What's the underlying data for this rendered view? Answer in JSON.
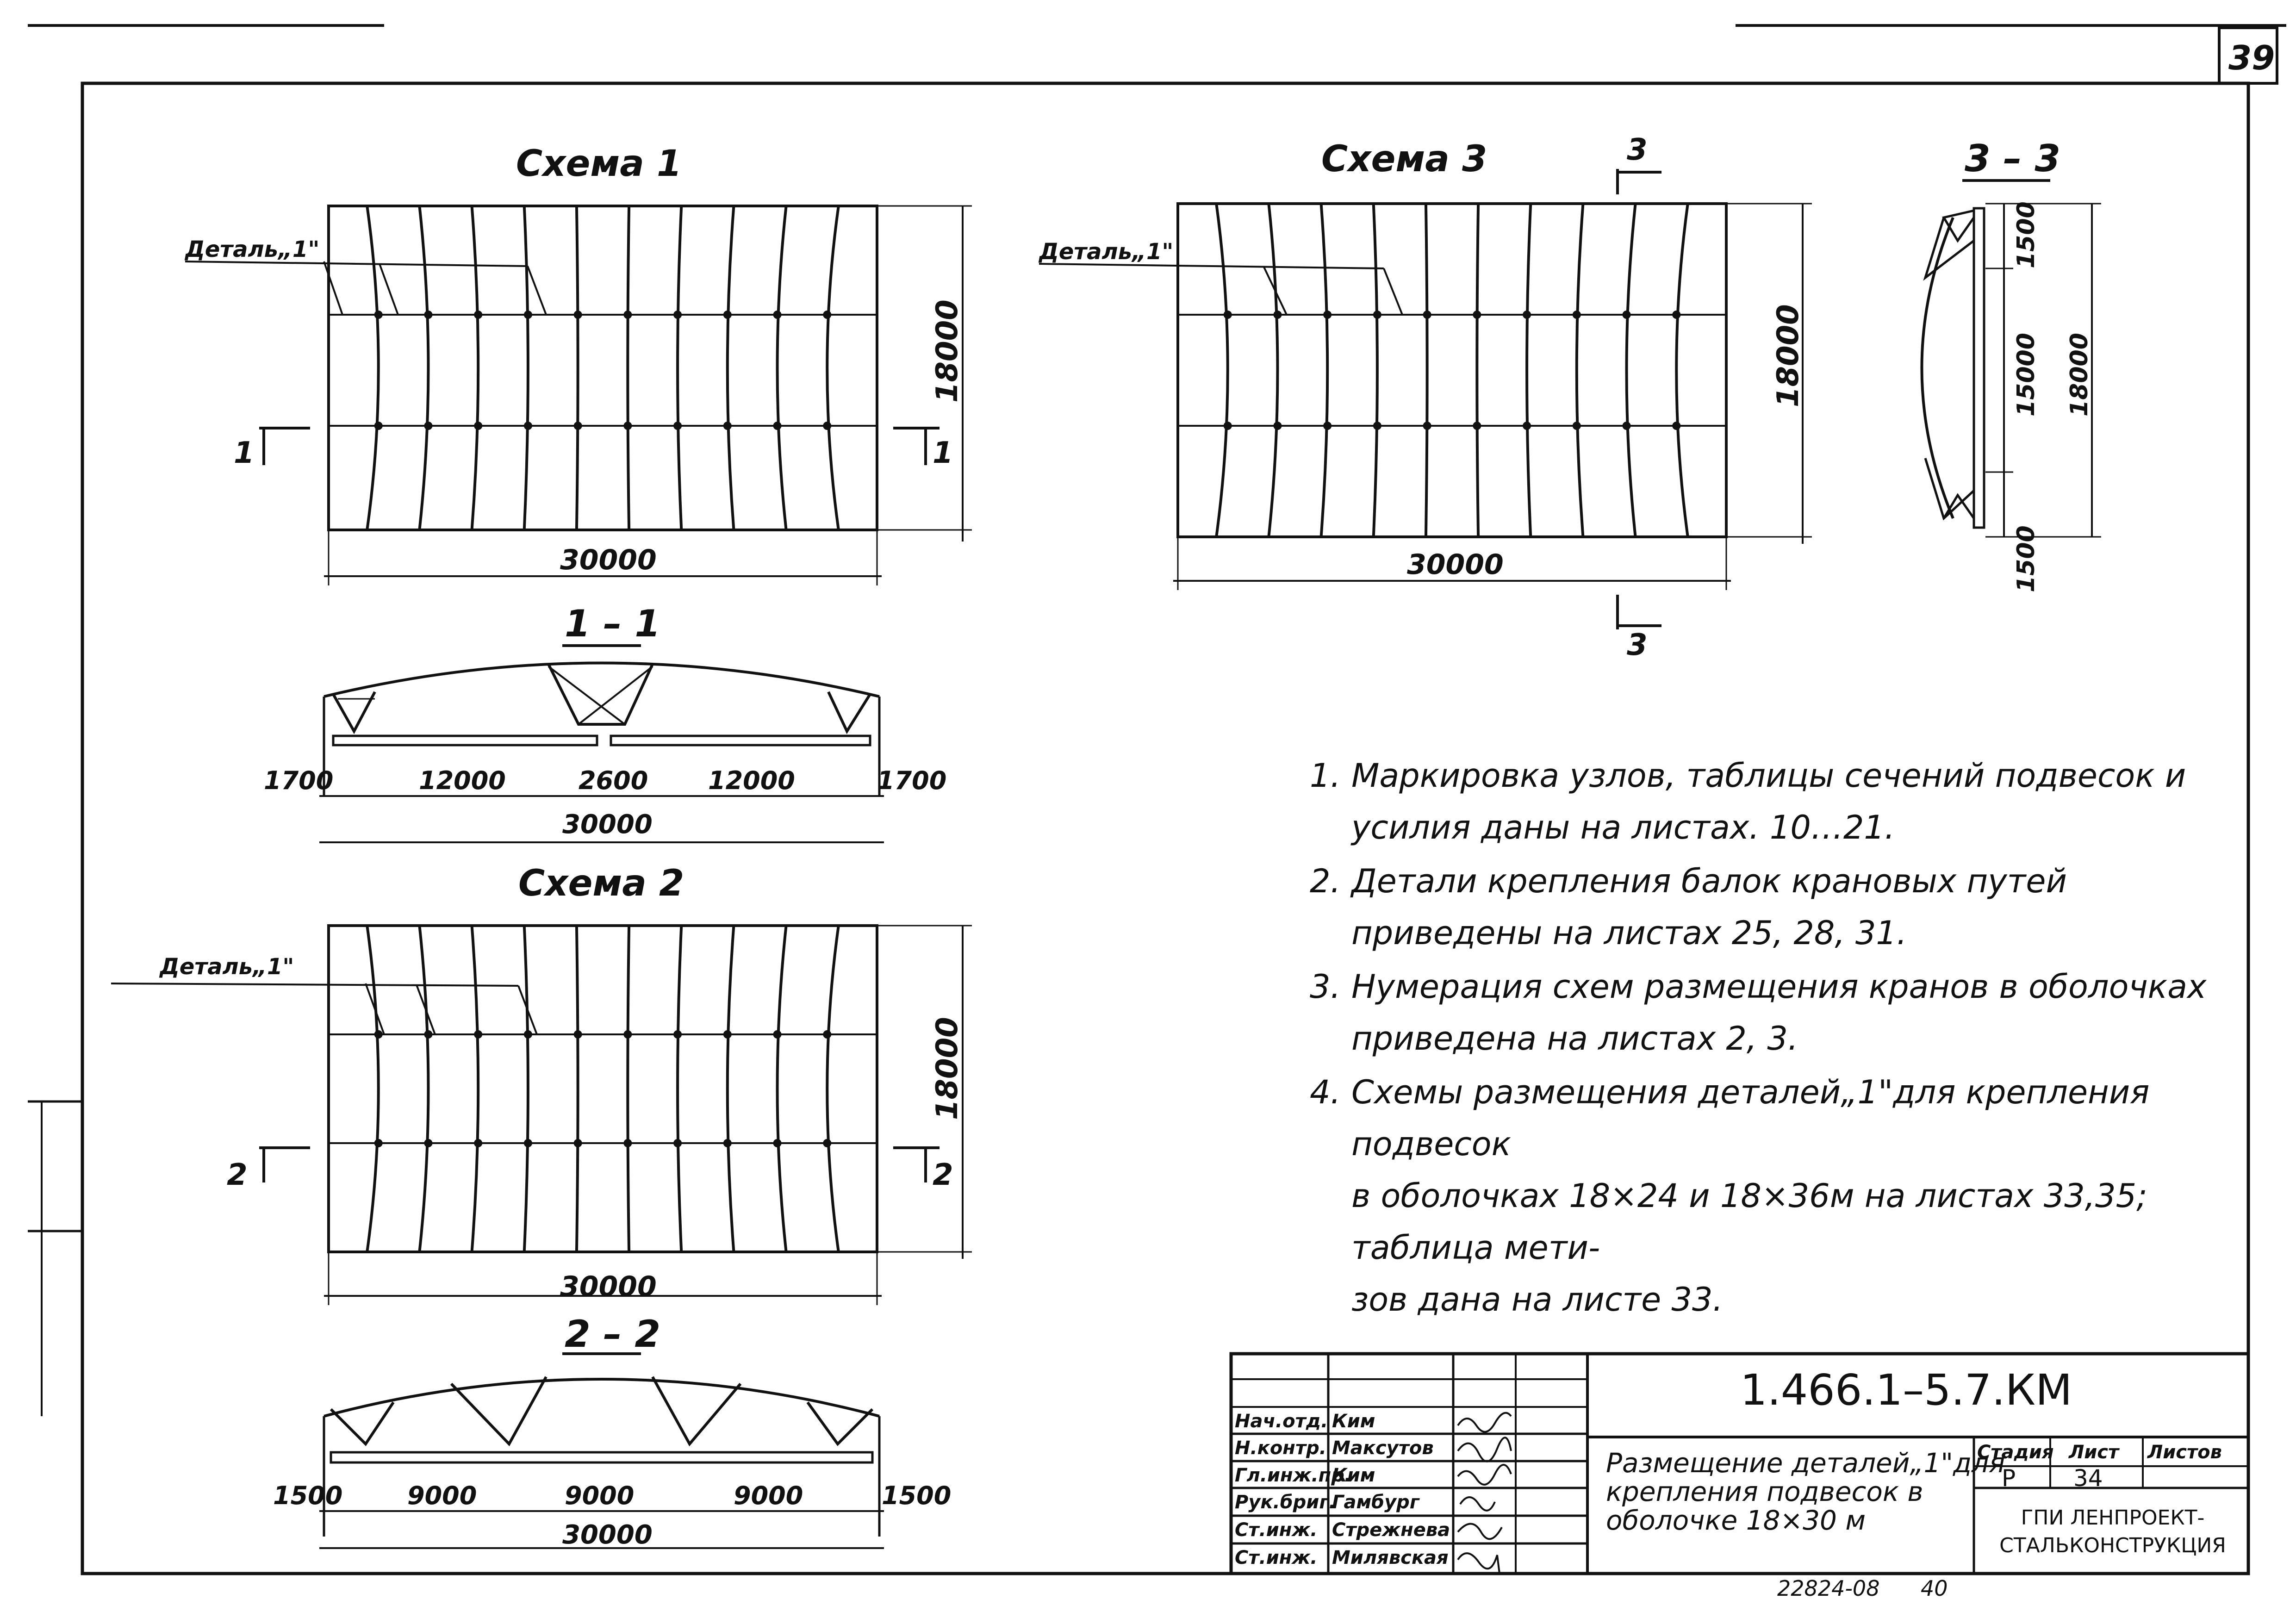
{
  "sheet_number": "39",
  "schemes": {
    "s1_title": "Схема 1",
    "s2_title": "Схема 2",
    "s3_title": "Схема 3",
    "detail_label_s1": "Деталь„1\"",
    "detail_label_s2": "Деталь„1\"",
    "detail_label_s3": "Деталь„1\"",
    "s1_dim_height": "18000",
    "s1_dim_width": "30000",
    "s2_dim_height": "18000",
    "s2_dim_width": "30000",
    "s3_dim_height": "18000",
    "s3_dim_width": "30000",
    "s1_cut_left": "1",
    "s1_cut_right": "1",
    "s2_cut_left": "2",
    "s2_cut_right": "2",
    "s3_cut_top": "3",
    "s3_cut_bottom": "3"
  },
  "sections": {
    "sec11_title": "1 – 1",
    "sec11_dims": [
      "1700",
      "12000",
      "2600",
      "12000",
      "1700"
    ],
    "sec11_total": "30000",
    "sec22_title": "2 – 2",
    "sec22_dims": [
      "1500",
      "9000",
      "9000",
      "9000",
      "1500"
    ],
    "sec22_total": "30000",
    "sec33_title": "3 – 3",
    "sec33_dims": [
      "1500",
      "15000",
      "1500"
    ],
    "sec33_total": "18000"
  },
  "notes": [
    {
      "num": "1.",
      "text_a": "Маркировка узлов, таблицы сечений подвесок и",
      "text_b": "усилия даны на листах. 10…21."
    },
    {
      "num": "2.",
      "text_a": "Детали крепления балок крановых путей",
      "text_b": "приведены на листах 25, 28, 31."
    },
    {
      "num": "3.",
      "text_a": "Нумерация схем размещения кранов в оболочках",
      "text_b": "приведена на листах 2, 3."
    },
    {
      "num": "4.",
      "text_a": "Схемы размещения деталей„1\"для крепления подвесок",
      "text_b": "в оболочках 18×24 и 18×36м на листах 33,35; таблица мети-",
      "text_c": "зов дана на листе 33."
    }
  ],
  "title_block": {
    "code": "1.466.1–5.7.КМ",
    "title_lines": [
      "Размещение деталей„1\"для",
      "крепления подвесок в",
      "оболочке 18×30 м"
    ],
    "stage_header": "Стадия",
    "sheet_header": "Лист",
    "sheets_header": "Листов",
    "stage_value": "Р",
    "sheet_value": "34",
    "org_line1": "ГПИ ЛЕНПРОЕКТ-",
    "org_line2": "СТАЛЬКОНСТРУКЦИЯ",
    "roles": [
      "Нач.отд.",
      "Н.контр.",
      "Гл.инж.пр.",
      "Рук.бриг.",
      "Ст.инж.",
      "Ст.инж."
    ],
    "names": [
      "Ким",
      "Максутов",
      "Ким",
      "Гамбург",
      "Стрежнева",
      "Милявская"
    ]
  },
  "footer_code": "22824-08",
  "footer_num": "40"
}
